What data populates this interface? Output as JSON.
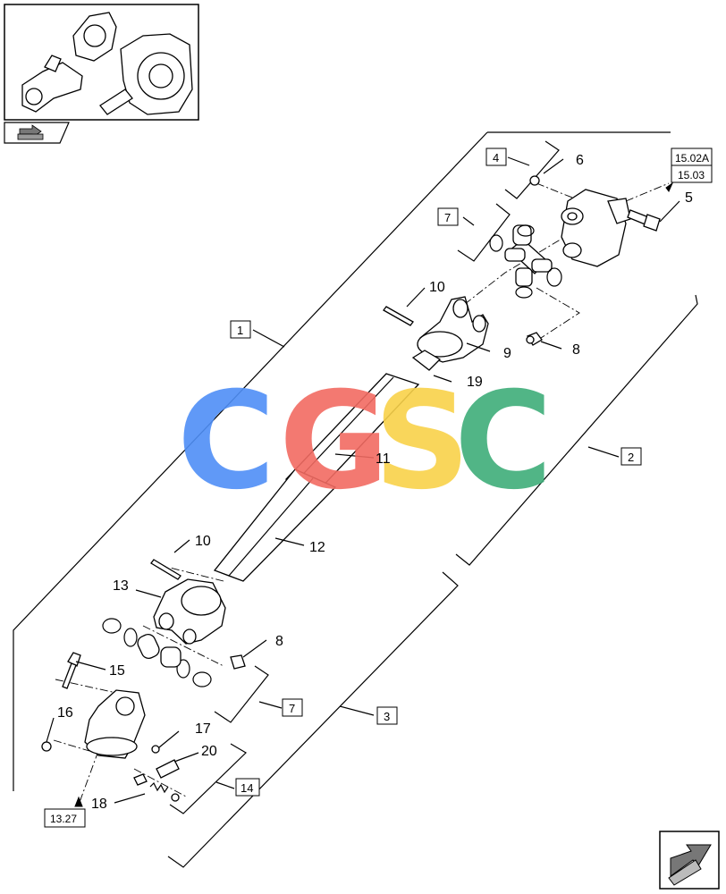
{
  "part_numbers": {
    "n1": "1",
    "n2": "2",
    "n3": "3",
    "n4": "4",
    "n5": "5",
    "n6": "6",
    "n7a": "7",
    "n7b": "7",
    "n8a": "8",
    "n8b": "8",
    "n9": "9",
    "n10a": "10",
    "n10b": "10",
    "n11": "11",
    "n12": "12",
    "n13": "13",
    "n14": "14",
    "n15": "15",
    "n16": "16",
    "n17": "17",
    "n18": "18",
    "n19": "19",
    "n20": "20"
  },
  "references": {
    "top_a": "15.02A",
    "top_b": "15.03",
    "bottom": "13.27"
  },
  "watermark": {
    "c1": "C",
    "g": "G",
    "s": "S",
    "c2": "C"
  },
  "colors": {
    "wm_blue": "#4f8ff7",
    "wm_red": "#f26b62",
    "wm_yellow": "#f9d24a",
    "wm_green": "#3fae7a"
  },
  "icons": [
    "thumbnail-assembly-icon",
    "back-arrow-icon",
    "forward-arrow-icon"
  ]
}
